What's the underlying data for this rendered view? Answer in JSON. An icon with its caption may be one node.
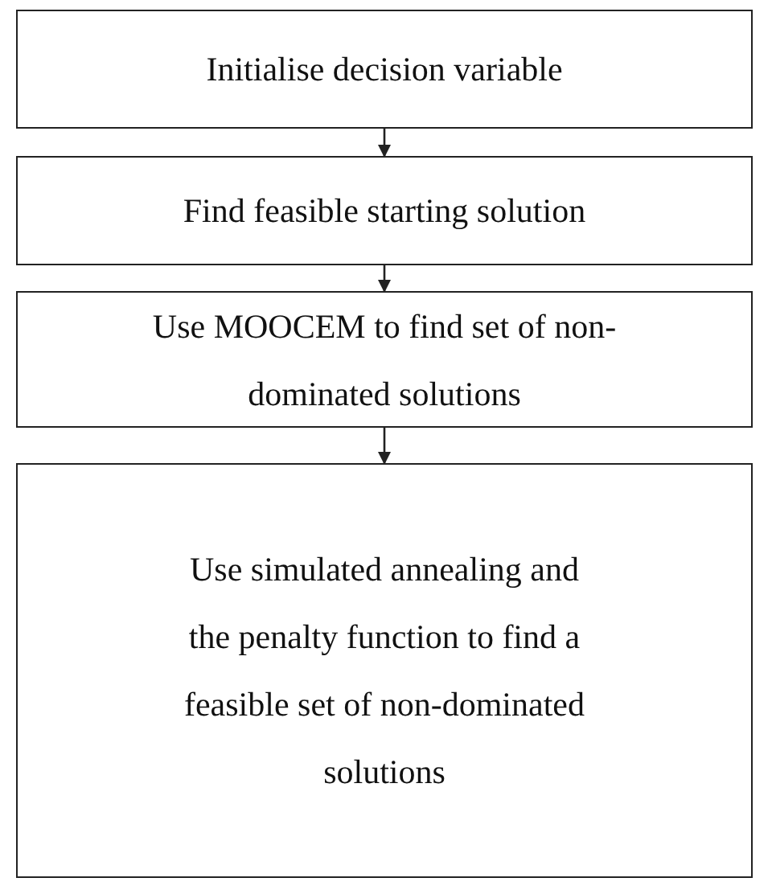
{
  "diagram": {
    "nodes": [
      {
        "text": [
          "Initialise decision variable"
        ]
      },
      {
        "text": [
          "Find feasible starting solution"
        ]
      },
      {
        "text": [
          "Use MOOCEM to find set of non-dominated solutions"
        ]
      },
      {
        "text": [
          "Use simulated annealing and the penalty function to find a feasible set of non-dominated solutions"
        ]
      }
    ],
    "edges": [
      {
        "from": 0,
        "to": 1,
        "arrow": "to"
      },
      {
        "from": 1,
        "to": 2,
        "arrow": "to"
      },
      {
        "from": 2,
        "to": 3,
        "arrow": "to"
      }
    ]
  }
}
